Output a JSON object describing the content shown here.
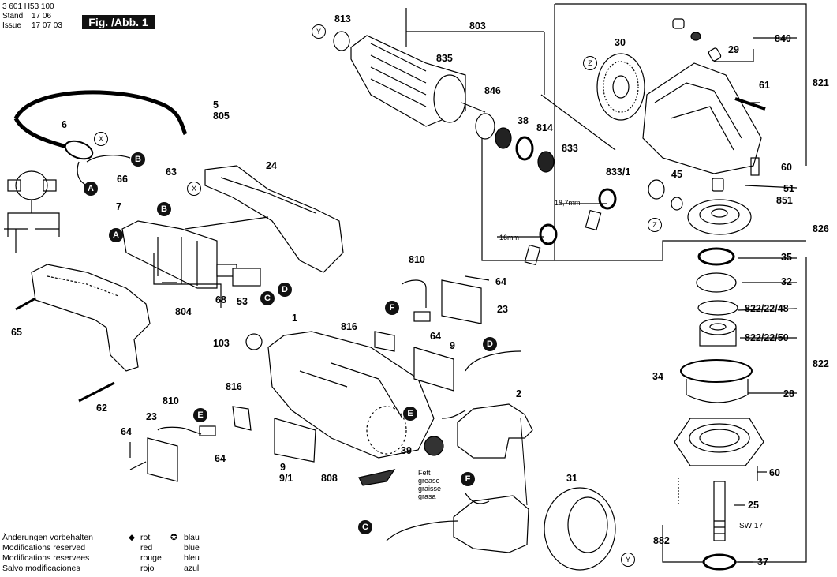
{
  "header": {
    "doc_number": "3 601 H53 100",
    "stand_label": "Stand",
    "stand_value": "17 06",
    "issue_label": "Issue",
    "issue_value": "17 07 03",
    "figure": "Fig. /Abb. 1"
  },
  "callouts": [
    "813",
    "803",
    "835",
    "30",
    "840",
    "29",
    "821",
    "61",
    "5",
    "805",
    "6",
    "846",
    "38",
    "814",
    "833",
    "833/1",
    "45",
    "60",
    "51",
    "851",
    "826",
    "66",
    "63",
    "24",
    "7",
    "18,7mm",
    "16mm",
    "810",
    "64",
    "23",
    "35",
    "32",
    "822/22/48",
    "822/22/50",
    "804",
    "68",
    "53",
    "1",
    "816",
    "9",
    "103",
    "65",
    "822",
    "34",
    "28",
    "62",
    "810",
    "816",
    "2",
    "E",
    "39",
    "23",
    "64",
    "9",
    "9/1",
    "808",
    "31",
    "25",
    "SW 17",
    "882",
    "37"
  ],
  "connector_tags": [
    "A",
    "B",
    "C",
    "D",
    "E",
    "F"
  ],
  "axis_tags": [
    "X",
    "Y",
    "Z"
  ],
  "grease_labels": [
    "Fett",
    "grease",
    "graisse",
    "grasa"
  ],
  "legend": {
    "rows": [
      {
        "text": "Änderungen vorbehalten",
        "red_marker": "◆",
        "red": "rot",
        "blue_marker": "✪",
        "blue": "blau"
      },
      {
        "text": "Modifications reserved",
        "red": "red",
        "blue": "blue"
      },
      {
        "text": "Modifications reservees",
        "red": "rouge",
        "blue": "bleu"
      },
      {
        "text": "Salvo modificaciones",
        "red": "rojo",
        "blue": "azul"
      }
    ]
  }
}
